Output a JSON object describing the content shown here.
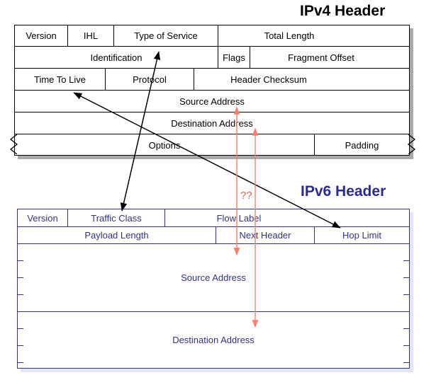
{
  "diagram": {
    "kind": "protocol-header-comparison",
    "annotation_marker": "??",
    "colors": {
      "ipv4_title": "#000000",
      "ipv4_table_border": "#000000",
      "ipv4_shadow": "#a9a9a9",
      "ipv6_title": "#2c2c8e",
      "ipv6_table_border": "#33337a",
      "ipv6_shadow": "#e4e6f3",
      "black_arrow": "#000000",
      "red_arrow": "#f4816d",
      "question_marks": "#e8604c",
      "background": "#ffffff"
    }
  },
  "ipv4": {
    "title": "IPv4 Header",
    "rows": [
      {
        "fields": [
          {
            "label": "Version",
            "name": "version"
          },
          {
            "label": "IHL",
            "name": "ihl"
          },
          {
            "label": "Type of Service",
            "name": "type-of-service"
          },
          {
            "label": "Total Length",
            "name": "total-length"
          }
        ]
      },
      {
        "fields": [
          {
            "label": "Identification",
            "name": "identification"
          },
          {
            "label": "Flags",
            "name": "flags"
          },
          {
            "label": "Fragment Offset",
            "name": "fragment-offset"
          }
        ]
      },
      {
        "fields": [
          {
            "label": "Time To Live",
            "name": "time-to-live"
          },
          {
            "label": "Protocol",
            "name": "protocol"
          },
          {
            "label": "Header Checksum",
            "name": "header-checksum"
          }
        ]
      },
      {
        "fields": [
          {
            "label": "Source Address",
            "name": "source-address"
          }
        ]
      },
      {
        "fields": [
          {
            "label": "Destination Address",
            "name": "destination-address"
          }
        ]
      },
      {
        "fields": [
          {
            "label": "Options",
            "name": "options"
          },
          {
            "label": "Padding",
            "name": "padding"
          }
        ]
      }
    ]
  },
  "ipv6": {
    "title": "IPv6 Header",
    "rows": [
      {
        "fields": [
          {
            "label": "Version",
            "name": "version"
          },
          {
            "label": "Traffic Class",
            "name": "traffic-class"
          },
          {
            "label": "Flow Label",
            "name": "flow-label"
          }
        ]
      },
      {
        "fields": [
          {
            "label": "Payload Length",
            "name": "payload-length"
          },
          {
            "label": "Next Header",
            "name": "next-header"
          },
          {
            "label": "Hop Limit",
            "name": "hop-limit"
          }
        ]
      },
      {
        "fields": [
          {
            "label": "Source Address",
            "name": "source-address"
          }
        ]
      },
      {
        "fields": [
          {
            "label": "Destination Address",
            "name": "destination-address"
          }
        ]
      }
    ]
  },
  "mappings": {
    "black_arrows": [
      {
        "name": "tos-to-traffic-class",
        "from": "IPv4 Type of Service",
        "to": "IPv6 Traffic Class",
        "style": "double-headed"
      },
      {
        "name": "ttl-to-hop-limit",
        "from": "IPv4 Time To Live",
        "to": "IPv6 Hop Limit",
        "style": "double-headed"
      }
    ],
    "red_arrows": [
      {
        "name": "source-address-mapping",
        "from": "IPv4 Source Address",
        "to": "IPv6 Source Address",
        "style": "double-headed"
      },
      {
        "name": "destination-address-mapping",
        "from": "IPv4 Destination Address",
        "to": "IPv6 Destination Address",
        "style": "double-headed"
      }
    ]
  }
}
